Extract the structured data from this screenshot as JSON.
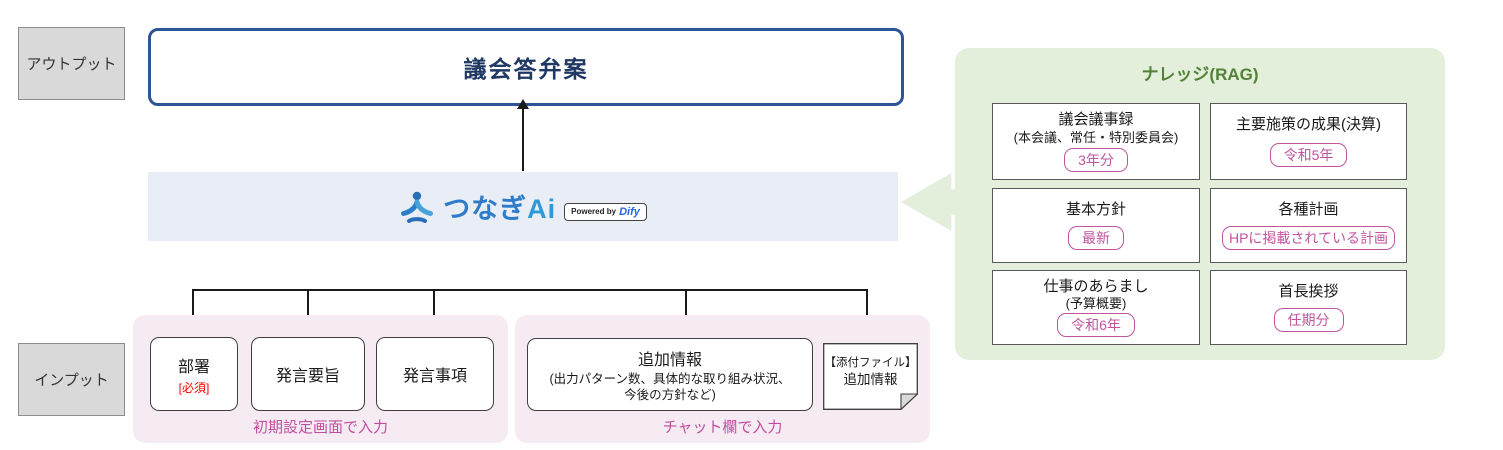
{
  "labels": {
    "output": "アウトプット",
    "input": "インプット"
  },
  "result": {
    "title": "議会答弁案"
  },
  "engine": {
    "brand_main": "つなぎ",
    "brand_suffix": "Ai",
    "powered_by": "Powered by",
    "powered_brand": "Dify"
  },
  "inputs": {
    "initial": {
      "boxes": [
        {
          "title": "部署",
          "required": "[必須]"
        },
        {
          "title": "発言要旨"
        },
        {
          "title": "発言事項"
        }
      ],
      "caption": "初期設定画面で入力"
    },
    "chat": {
      "main": {
        "title": "追加情報",
        "desc_line1": "(出力パターン数、具体的な取り組み状況、",
        "desc_line2": "今後の方針など)"
      },
      "file": {
        "line1": "【添付ファイル】",
        "line2": "追加情報"
      },
      "caption": "チャット欄で入力"
    }
  },
  "knowledge": {
    "title": "ナレッジ(RAG)",
    "items": [
      {
        "title": "議会議事録",
        "subtitle": "(本会議、常任・特別委員会)",
        "badge": "3年分"
      },
      {
        "title": "主要施策の成果(決算)",
        "badge": "令和5年"
      },
      {
        "title": "基本方針",
        "badge": "最新"
      },
      {
        "title": "各種計画",
        "badge": "HPに掲載されている計画"
      },
      {
        "title": "仕事のあらまし",
        "subtitle": "(予算概要)",
        "badge": "令和6年"
      },
      {
        "title": "首長挨拶",
        "badge": "任期分"
      }
    ]
  },
  "colors": {
    "accent_blue": "#2f5496",
    "engine_bg": "#e9eef6",
    "knowledge_bg": "#e3efdb",
    "knowledge_title_green": "#538135",
    "input_pink_bg": "#f7ebf3",
    "magenta": "#bf4e9e",
    "badge_magenta": "#c0549f",
    "required_red": "#ff0000",
    "label_gray": "#d9d9d9"
  }
}
